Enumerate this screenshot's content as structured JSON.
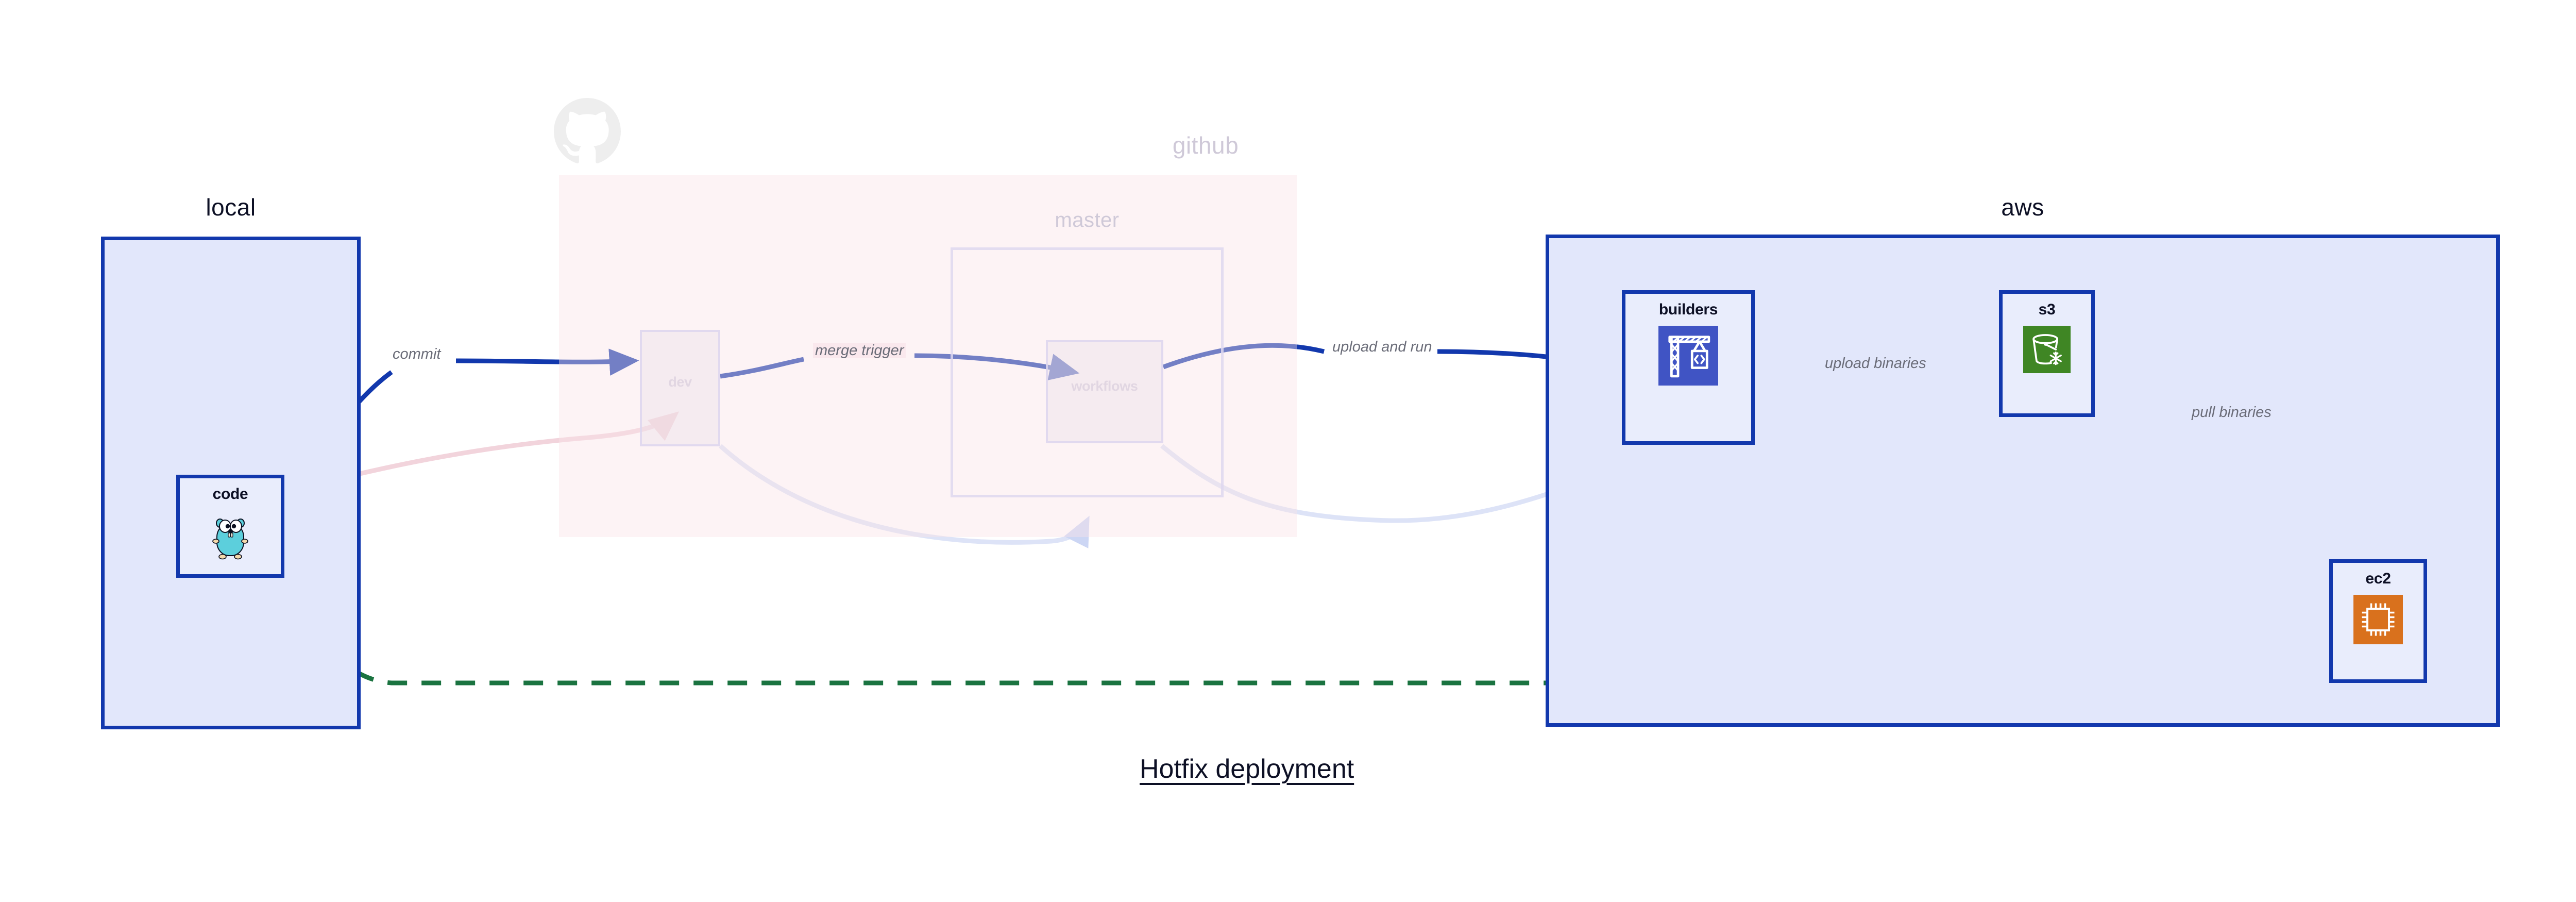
{
  "diagram": {
    "caption": "Hotfix deployment",
    "groups": [
      {
        "id": "local",
        "title": "local",
        "active": true
      },
      {
        "id": "github",
        "title": "github",
        "active": false
      },
      {
        "id": "master",
        "title": "master",
        "active": false
      },
      {
        "id": "aws",
        "title": "aws",
        "active": true
      }
    ],
    "nodes": [
      {
        "id": "code",
        "label": "code",
        "icon": "go-gopher-icon",
        "active": true
      },
      {
        "id": "dev",
        "label": "dev",
        "icon": "none",
        "active": false
      },
      {
        "id": "workflows",
        "label": "workflows",
        "icon": "none",
        "active": false
      },
      {
        "id": "builders",
        "label": "builders",
        "icon": "aws-codebuild-icon",
        "active": true
      },
      {
        "id": "s3",
        "label": "s3",
        "icon": "aws-s3-bucket-icon",
        "active": true
      },
      {
        "id": "ec2",
        "label": "ec2",
        "icon": "aws-ec2-chip-icon",
        "active": true
      }
    ],
    "edges": [
      {
        "id": "commit",
        "label": "commit",
        "from": "code",
        "to": "dev",
        "style": "solid-blue"
      },
      {
        "id": "merge-trigger",
        "label": "merge trigger",
        "from": "dev",
        "to": "workflows",
        "style": "solid-blue"
      },
      {
        "id": "upload-and-run",
        "label": "upload and run",
        "from": "workflows",
        "to": "builders",
        "style": "solid-blue"
      },
      {
        "id": "upload-binaries",
        "label": "upload binaries",
        "from": "builders",
        "to": "s3",
        "style": "solid-blue"
      },
      {
        "id": "pull-binaries",
        "label": "pull binaries",
        "from": "s3",
        "to": "ec2",
        "style": "solid-blue"
      },
      {
        "id": "hotfix-direct",
        "label": "",
        "from": "code",
        "to": "ec2",
        "style": "dashed-green"
      },
      {
        "id": "faded-return-a",
        "label": "",
        "from": "code",
        "to": "dev",
        "style": "faded-pink"
      },
      {
        "id": "faded-return-b",
        "label": "",
        "from": "dev",
        "to": "workflows",
        "style": "faded-blue"
      },
      {
        "id": "faded-return-c",
        "label": "",
        "from": "workflows",
        "to": "builders",
        "style": "faded-blue"
      }
    ],
    "colors": {
      "accent_blue": "#1238ad",
      "group_blue_fill": "#e2e7fb",
      "group_pink_fill": "#fae2e8",
      "dashed_green": "#1a7340",
      "label_gray": "#6a6c78",
      "codebuild_purple": "#4054c4",
      "s3_green": "#3f8624",
      "ec2_orange": "#d9711d",
      "gopher_teal": "#5ccfdc"
    }
  }
}
